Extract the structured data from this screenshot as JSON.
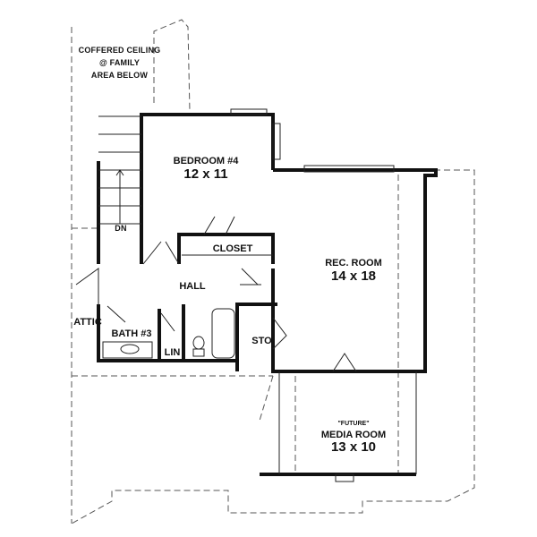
{
  "notes": {
    "coffered_line1": "COFFERED CEILING",
    "coffered_line2": "@ FAMILY",
    "coffered_line3": "AREA BELOW",
    "attic": "ATTIC",
    "stair_dn": "DN"
  },
  "rooms": {
    "bedroom4": {
      "name": "BEDROOM #4",
      "dims": "12 x 11"
    },
    "closet": {
      "name": "CLOSET"
    },
    "hall": {
      "name": "HALL"
    },
    "rec_room": {
      "name": "REC. ROOM",
      "dims": "14 x 18"
    },
    "bath3": {
      "name": "BATH #3"
    },
    "lin": {
      "name": "LIN"
    },
    "sto": {
      "name": "STO."
    },
    "media_room": {
      "tag": "\"FUTURE\"",
      "name": "MEDIA ROOM",
      "dims": "13 x 10"
    }
  }
}
